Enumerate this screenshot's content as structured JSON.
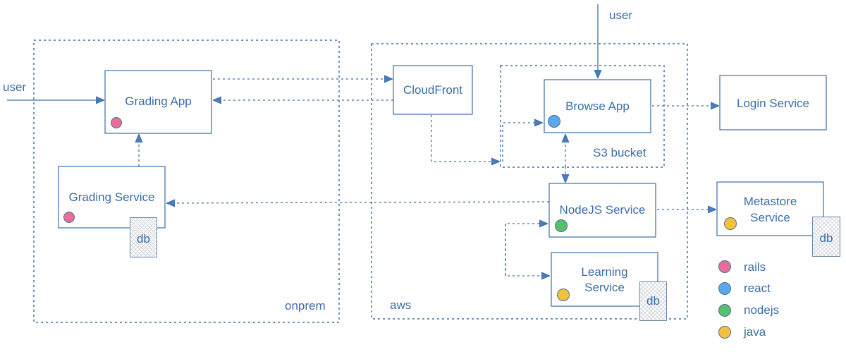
{
  "regions": {
    "onprem": "onprem",
    "aws": "aws",
    "s3": "S3 bucket"
  },
  "users": {
    "left": "user",
    "top": "user"
  },
  "nodes": {
    "grading_app": {
      "label": "Grading App",
      "tech": "rails"
    },
    "grading_service": {
      "label": "Grading Service",
      "tech": "rails",
      "db": "db"
    },
    "cloudfront": {
      "label": "CloudFront"
    },
    "browse_app": {
      "label": "Browse App",
      "tech": "react"
    },
    "login_service": {
      "label": "Login Service"
    },
    "nodejs_service": {
      "label": "NodeJS Service",
      "tech": "nodejs"
    },
    "learning_service": {
      "label_line1": "Learning",
      "label_line2": "Service",
      "tech": "java",
      "db": "db"
    },
    "metastore_service": {
      "label_line1": "Metastore",
      "label_line2": "Service",
      "tech": "java",
      "db": "db"
    }
  },
  "legend": [
    {
      "label": "rails",
      "color": "#e66f9a"
    },
    {
      "label": "react",
      "color": "#5aa8ec"
    },
    {
      "label": "nodejs",
      "color": "#56c070"
    },
    {
      "label": "java",
      "color": "#f4c13b"
    }
  ],
  "colors": {
    "line": "#3b6ea8",
    "rails": "#e66f9a",
    "react": "#5aa8ec",
    "nodejs": "#56c070",
    "java": "#f4c13b"
  }
}
